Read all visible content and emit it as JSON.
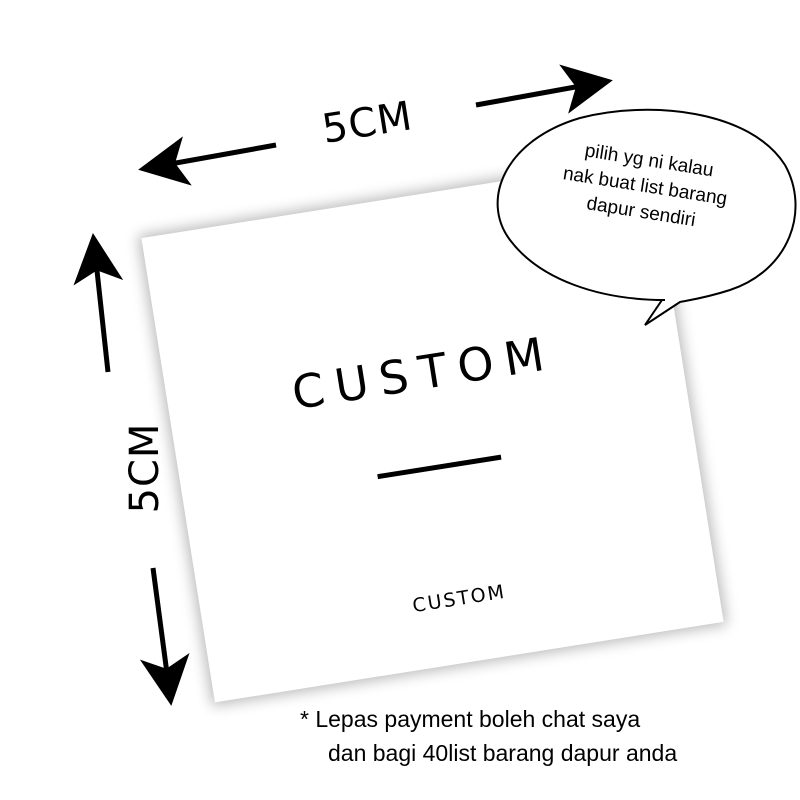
{
  "dimensions": {
    "width_label": "5CM",
    "height_label": "5CM"
  },
  "label": {
    "title": "CUSTOM",
    "subtitle": "CUSTOM"
  },
  "speech_bubble": {
    "lines": [
      "pilih yg ni kalau",
      "nak buat list barang",
      "dapur sendiri"
    ]
  },
  "note": {
    "lines": [
      "* Lepas payment boleh chat saya",
      "dan bagi 40list barang dapur anda"
    ]
  }
}
